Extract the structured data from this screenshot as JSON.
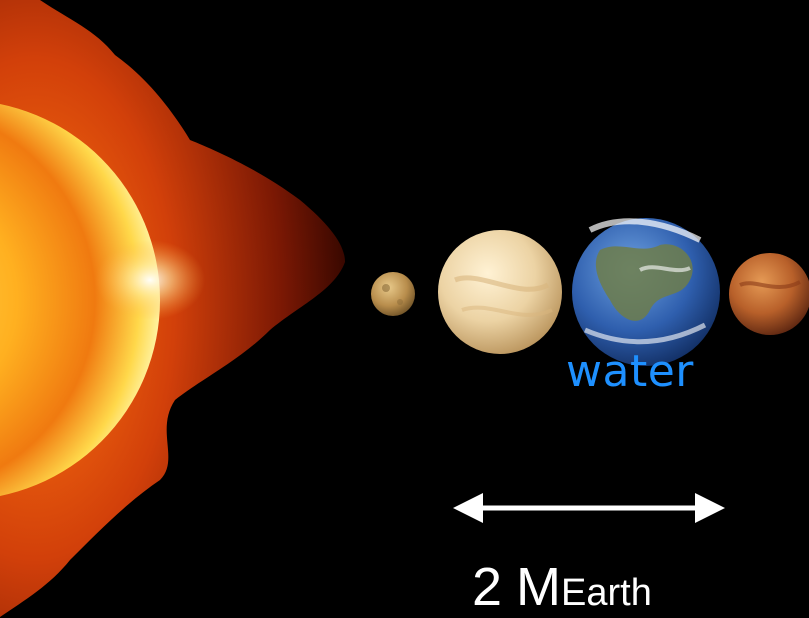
{
  "labels": {
    "water": "water",
    "mass_number": "2",
    "mass_unit": "M",
    "mass_subscript": "Earth"
  },
  "colors": {
    "background": "#000000",
    "water_label": "#1e90ff",
    "arrow": "#ffffff"
  },
  "objects": [
    {
      "name": "sun",
      "icon": "sun-icon"
    },
    {
      "name": "mercury",
      "icon": "mercury-planet-icon"
    },
    {
      "name": "venus",
      "icon": "venus-planet-icon"
    },
    {
      "name": "earth",
      "icon": "earth-planet-icon"
    },
    {
      "name": "mars",
      "icon": "mars-planet-icon"
    }
  ]
}
